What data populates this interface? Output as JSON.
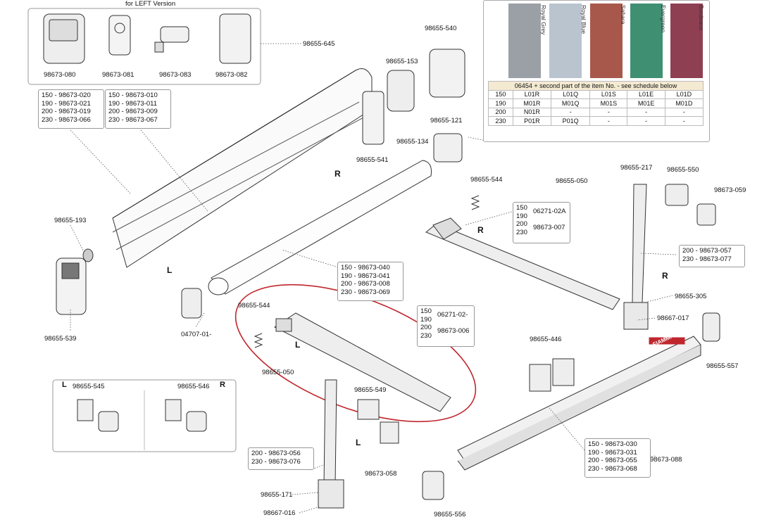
{
  "left_version_title": "for LEFT Version",
  "left_parts": [
    "98673-080",
    "98673-081",
    "98673-083",
    "98673-082"
  ],
  "left_group_ref": "98655-645",
  "ref_top_parts": [
    "98655-540",
    "98655-153",
    "98655-134",
    "98655-541",
    "98655-121"
  ],
  "housing_lengths_a": "150 - 98673-020\n190 - 98673-021\n200 - 98673-019\n230 - 98673-066",
  "housing_lengths_b": "150 - 98673-010\n190 - 98673-011\n200 - 98673-009\n230 - 98673-067",
  "fabric": {
    "swatches": [
      {
        "name": "Royal Grey",
        "color": "#9aa0a6"
      },
      {
        "name": "Royal Blue",
        "color": "#b9c4cf"
      },
      {
        "name": "Sahara",
        "color": "#a8584b"
      },
      {
        "name": "Evergreen",
        "color": "#3f8f73"
      },
      {
        "name": "Bordeaux",
        "color": "#8f3f52"
      }
    ],
    "header": "06454 + second part of the item No. - see schedule below",
    "rows": [
      [
        "150",
        "L01R",
        "L01Q",
        "L01S",
        "L01E",
        "L01D"
      ],
      [
        "190",
        "M01R",
        "M01Q",
        "M01S",
        "M01E",
        "M01D"
      ],
      [
        "200",
        "N01R",
        "-",
        "-",
        "-",
        "-"
      ],
      [
        "230",
        "P01R",
        "P01Q",
        "-",
        "-",
        "-"
      ]
    ]
  },
  "misc_labels": {
    "p193": "98655-193",
    "p539": "98655-539",
    "p04707": "04707-01-",
    "p544a": "98655-544",
    "p544b": "98655-544",
    "p050a": "98655-050",
    "p050b": "98655-050",
    "p217": "98655-217",
    "p550": "98655-550",
    "p059": "98673-059",
    "p305": "98655-305",
    "p017a": "98667-017",
    "p557": "98655-557",
    "p446": "98655-446",
    "p549": "98655-549",
    "p058": "98673-058",
    "p171": "98655-171",
    "p016": "98667-016",
    "p556": "98655-556",
    "p088": "98673-088"
  },
  "roller_lengths": "150 - 98673-040\n190 - 98673-041\n200 - 98673-008\n230 - 98673-069",
  "arm_r": {
    "sizes": "150\n190\n200\n230",
    "codes": "06271-02A\n\n98673-007"
  },
  "arm_l": {
    "sizes": "150\n190\n200\n230",
    "codes": "06271-02-\n\n98673-006"
  },
  "leg_r_lengths": "200 - 98673-057\n230 - 98673-077",
  "leg_l_lengths": "200 - 98673-056\n230 - 98673-076",
  "front_lengths": "150 - 98673-030\n190 - 98673-031\n200 - 98673-055\n230 - 98673-068",
  "bracket_box": {
    "left_label": "98655-545",
    "right_label": "98655-546",
    "left_side": "L",
    "right_side": "R"
  },
  "side_marks": {
    "r1": "R",
    "l1": "L",
    "r2": "R",
    "r3": "R",
    "l2": "L",
    "l3": "L"
  },
  "brand": "FIAMMA"
}
